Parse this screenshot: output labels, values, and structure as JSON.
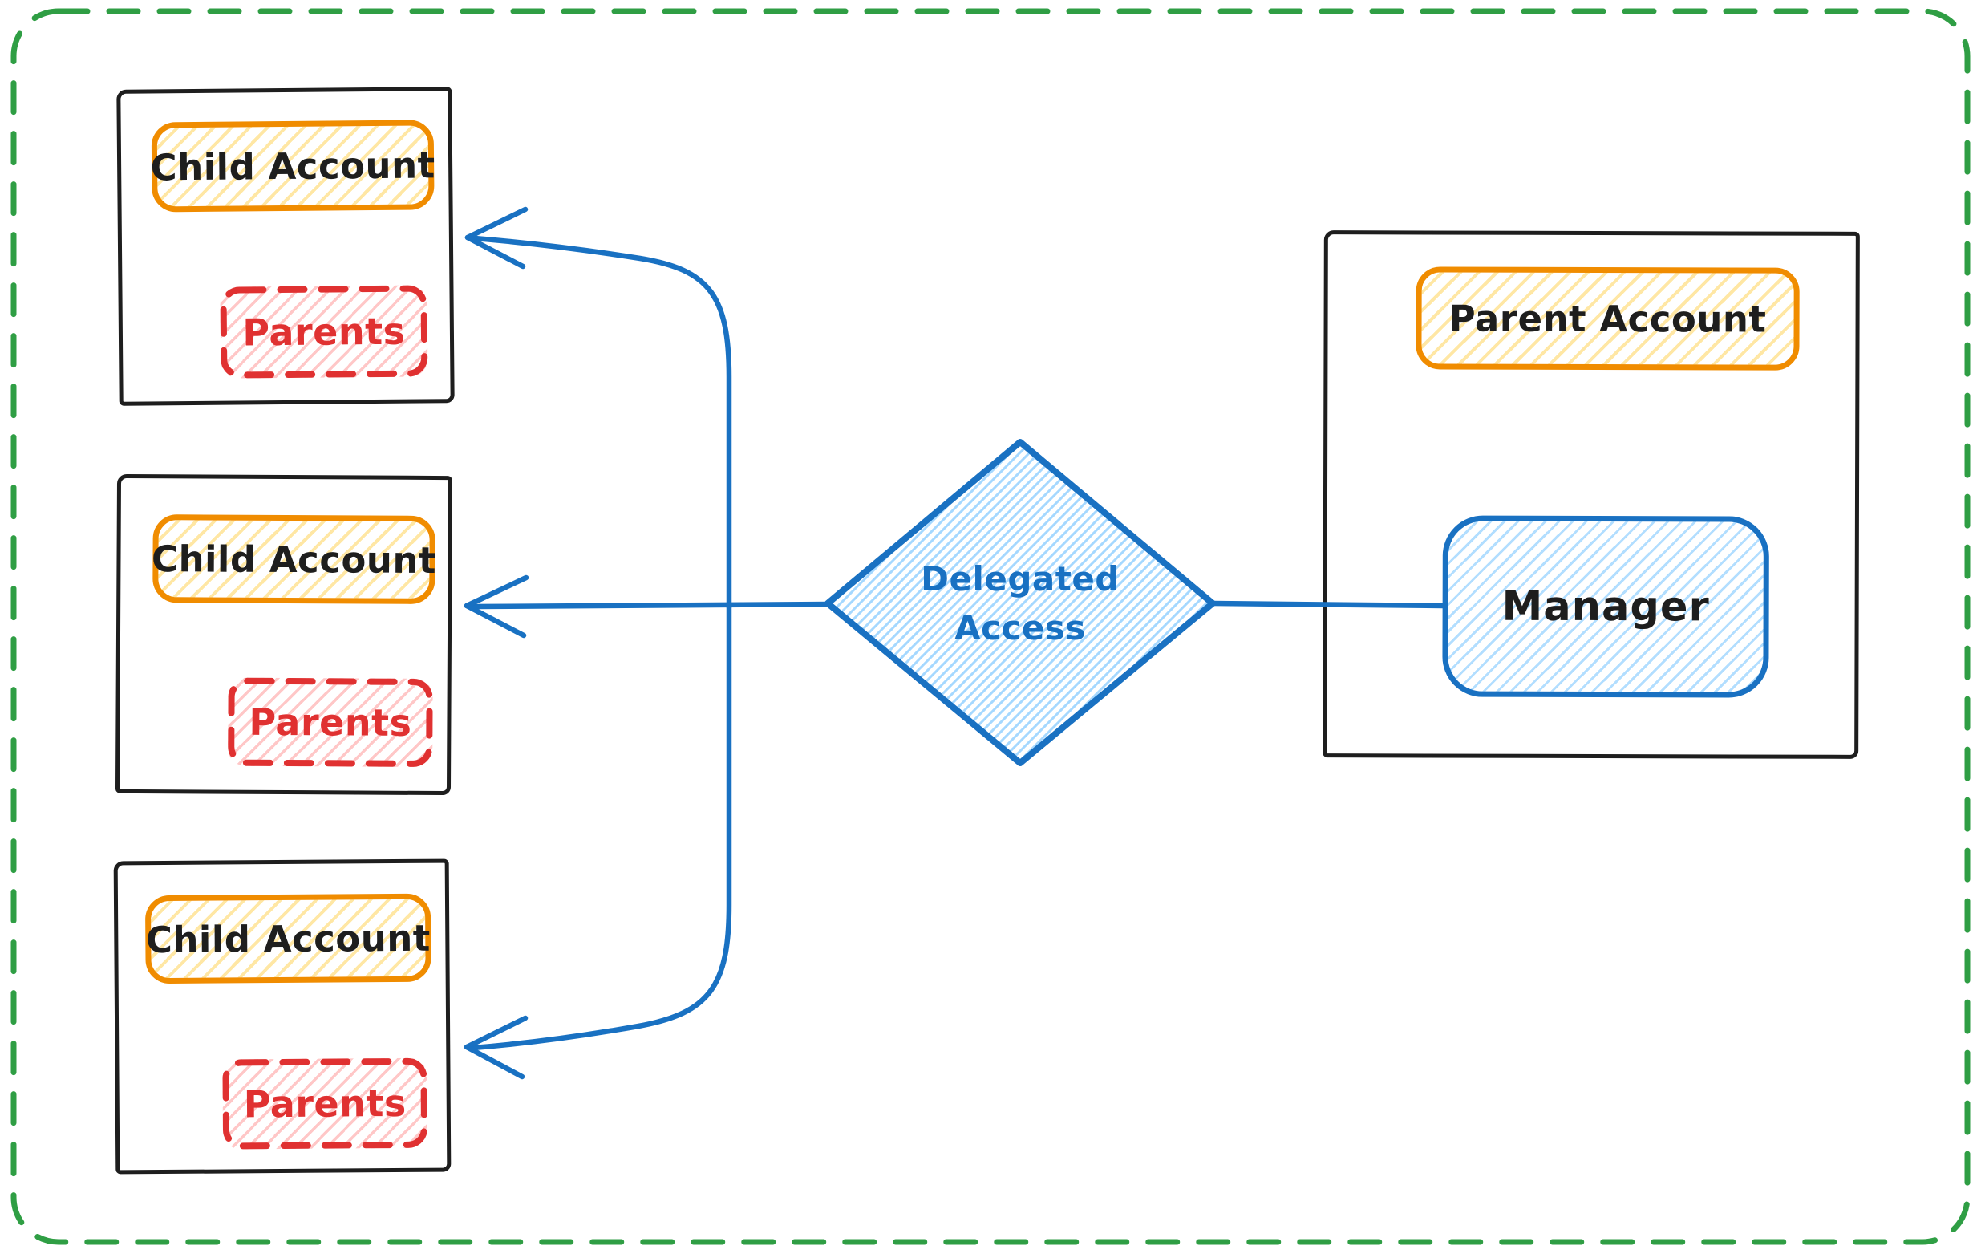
{
  "colors": {
    "black": "#1e1e1e",
    "orange_stroke": "#f08c00",
    "orange_fill": "#ffd359",
    "red_stroke": "#e03131",
    "red_fill": "#ffc9c9",
    "blue_stroke": "#1971c2",
    "blue_fill": "#a5d8ff",
    "green_border": "#2f9e44",
    "background": "#ffffff"
  },
  "diagram": {
    "child_accounts": [
      {
        "account_label": "Child Account",
        "members_label": "Parents"
      },
      {
        "account_label": "Child Account",
        "members_label": "Parents"
      },
      {
        "account_label": "Child Account",
        "members_label": "Parents"
      }
    ],
    "decision": {
      "line1": "Delegated",
      "line2": "Access"
    },
    "parent_account": {
      "account_label": "Parent Account",
      "role_label": "Manager"
    }
  }
}
